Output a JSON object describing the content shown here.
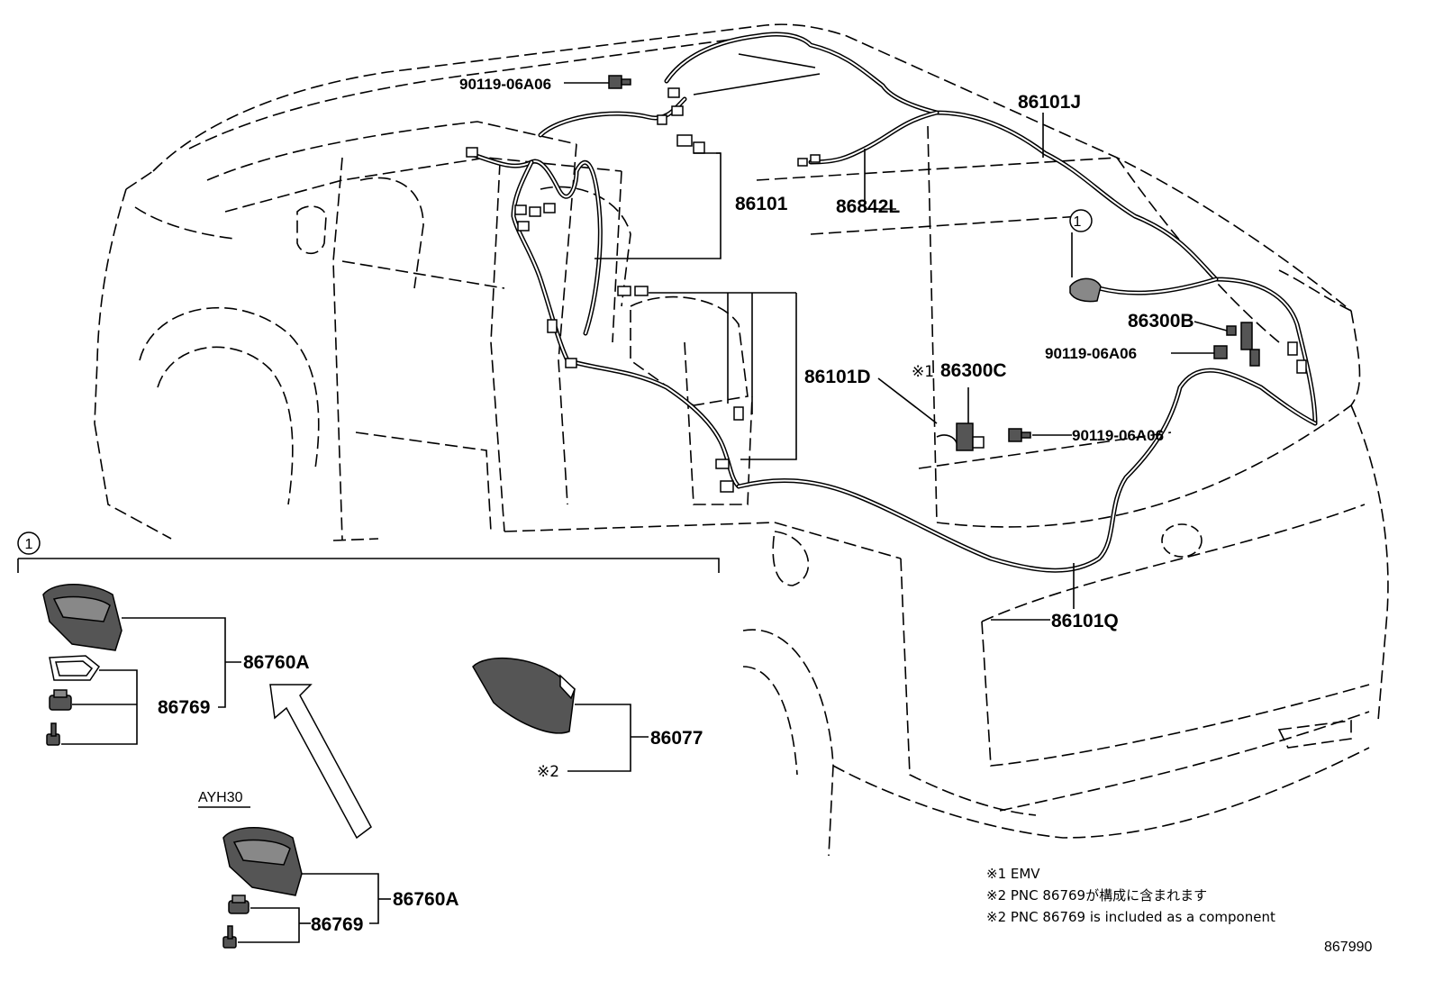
{
  "part_numbers": {
    "bolt_front": "90119-06A06",
    "harness_roof_j": "86101J",
    "harness_main": "86101",
    "harness_l": "86842L",
    "harness_d": "86101D",
    "amp_c": "86300C",
    "amp_b": "86300B",
    "bolt_rear_upper": "90119-06A06",
    "bolt_rear_lower": "90119-06A06",
    "harness_q": "86101Q",
    "antenna_a": "86760A",
    "gasket_a": "86769",
    "antenna_cover": "86077",
    "antenna_a_ayh": "86760A",
    "gasket_a_ayh": "86769"
  },
  "callouts": {
    "ref_circle": "①",
    "ref_circle_inset": "①",
    "emv_mark": "※1",
    "note2_mark": "※2",
    "variant": "AYH30"
  },
  "notes": {
    "n1": "※1 EMV",
    "n2_ja": "※2 PNC 86769が構成に含まれます",
    "n2_en": "※2 PNC 86769 is included as a component"
  },
  "illustration_code": "867990",
  "icons": {
    "roof_antenna": "shark-fin-antenna-icon",
    "bolt": "bolt-icon",
    "arrow": "up-left-arrow-icon"
  }
}
